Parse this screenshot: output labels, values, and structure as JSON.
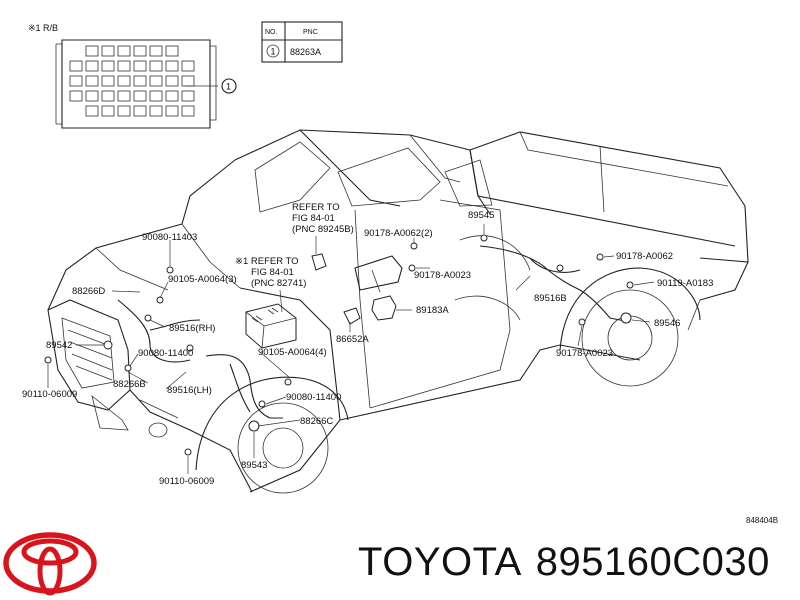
{
  "relay_block": {
    "note": "※1 R/B",
    "callout": "1"
  },
  "pnc_table": {
    "headers": [
      "NO.",
      "PNC"
    ],
    "rows": [
      {
        "no": "1",
        "pnc": "88263A"
      }
    ]
  },
  "refer_notes": {
    "top": [
      "REFER TO",
      "FIG 84-01",
      "(PNC 89245B)"
    ],
    "left": [
      "※1 REFER TO",
      "FIG 84-01",
      "(PNC 82741)"
    ]
  },
  "part_labels": {
    "p_90080_11403": "90080-11403",
    "p_90105_a0064_3": "90105-A0064(3)",
    "p_88266d": "88266D",
    "p_89516_rh": "89516(RH)",
    "p_89542": "89542",
    "p_90080_11400_a": "90080-11400",
    "p_88266b": "88266B",
    "p_89516_lh": "89516(LH)",
    "p_90110_06009_a": "90110-06009",
    "p_90105_a0064_4": "90105-A0064(4)",
    "p_90080_11400_b": "90080-11400",
    "p_88266c": "88266C",
    "p_89543": "89543",
    "p_90110_06009_b": "90110-06009",
    "p_90178_a0062_2": "90178-A0062(2)",
    "p_89545": "89545",
    "p_90178_a0023_a": "90178-A0023",
    "p_89516b": "89516B",
    "p_89183a": "89183A",
    "p_86652a": "86652A",
    "p_90178_a0062": "90178-A0062",
    "p_90119_a0183": "90119-A0183",
    "p_89546": "89546",
    "p_90178_a0023_b": "90178-A0023"
  },
  "drawing_code": "848404B",
  "brand": {
    "name": "TOYOTA",
    "part_number": "895160C030",
    "logo_color": "#d9141c"
  }
}
